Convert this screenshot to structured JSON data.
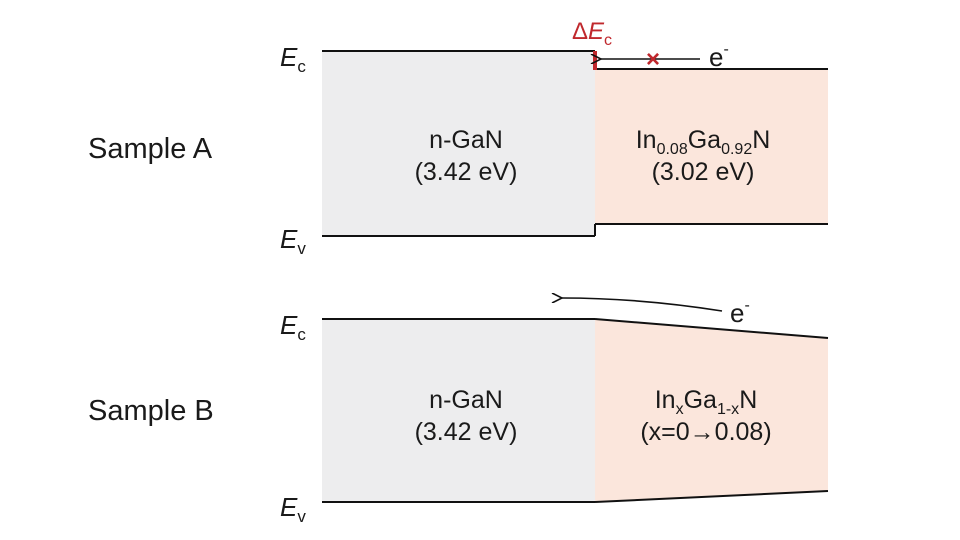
{
  "colors": {
    "gan": "#ededee",
    "ingan": "#fbe6dc",
    "accent": "#c0282d",
    "line": "#111111"
  },
  "sample_a": {
    "label": "Sample A",
    "ec": {
      "main": "E",
      "sub": "c"
    },
    "ev": {
      "main": "E",
      "sub": "v"
    },
    "left": {
      "name": "n-GaN",
      "gap": "(3.42 eV)"
    },
    "right": {
      "n1": "In",
      "s1": "0.08",
      "n2": "Ga",
      "s2": "0.92",
      "n3": "N",
      "gap": "(3.02 eV)"
    },
    "offset": {
      "delta": "Δ",
      "main": "E",
      "sub": "c"
    },
    "electron": {
      "main": "e",
      "sup": "-"
    },
    "blocked_mark": "×"
  },
  "sample_b": {
    "label": "Sample B",
    "ec": {
      "main": "E",
      "sub": "c"
    },
    "ev": {
      "main": "E",
      "sub": "v"
    },
    "left": {
      "name": "n-GaN",
      "gap": "(3.42 eV)"
    },
    "right": {
      "n1": "In",
      "s1": "x",
      "n2": "Ga",
      "s2": "1-x",
      "n3": "N",
      "gap": "(x=0→0.08)"
    },
    "electron": {
      "main": "e",
      "sup": "-"
    }
  }
}
